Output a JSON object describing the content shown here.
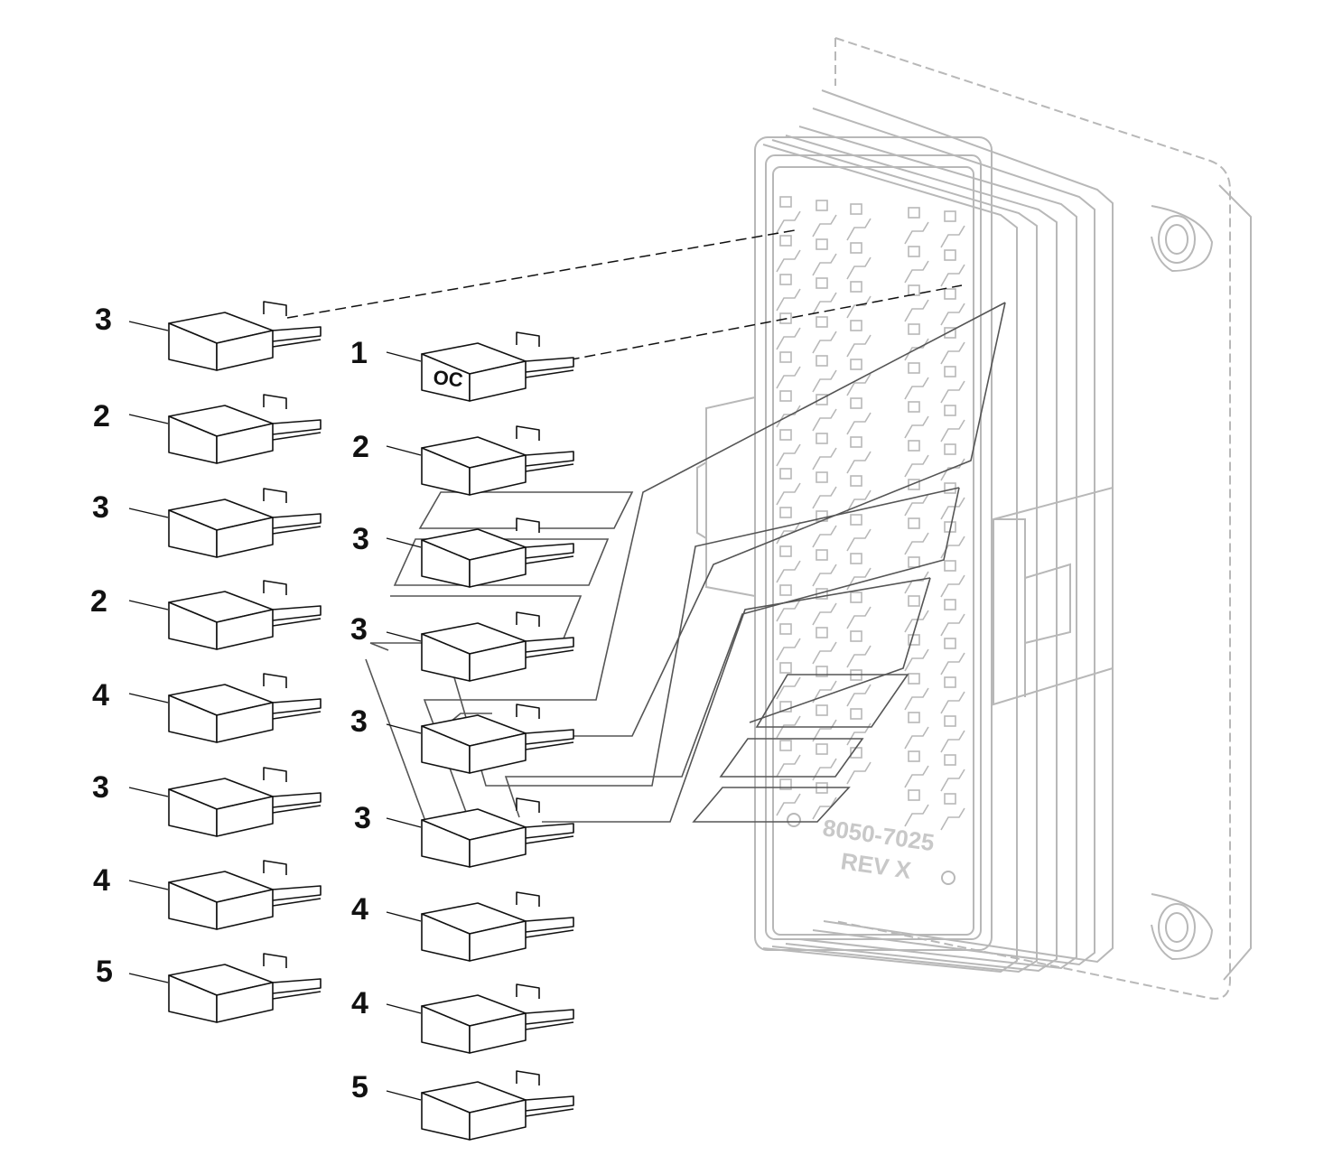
{
  "diagram": {
    "part_number": "8050-7025",
    "revision": "REV  X",
    "relay_marking": "OC",
    "left_column": [
      "3",
      "2",
      "3",
      "2",
      "4",
      "3",
      "4",
      "5"
    ],
    "right_column": [
      "1",
      "2",
      "3",
      "3",
      "3",
      "3",
      "4",
      "4",
      "5"
    ]
  },
  "colors": {
    "ink": "#111111",
    "housing": "#b8b8b8"
  }
}
